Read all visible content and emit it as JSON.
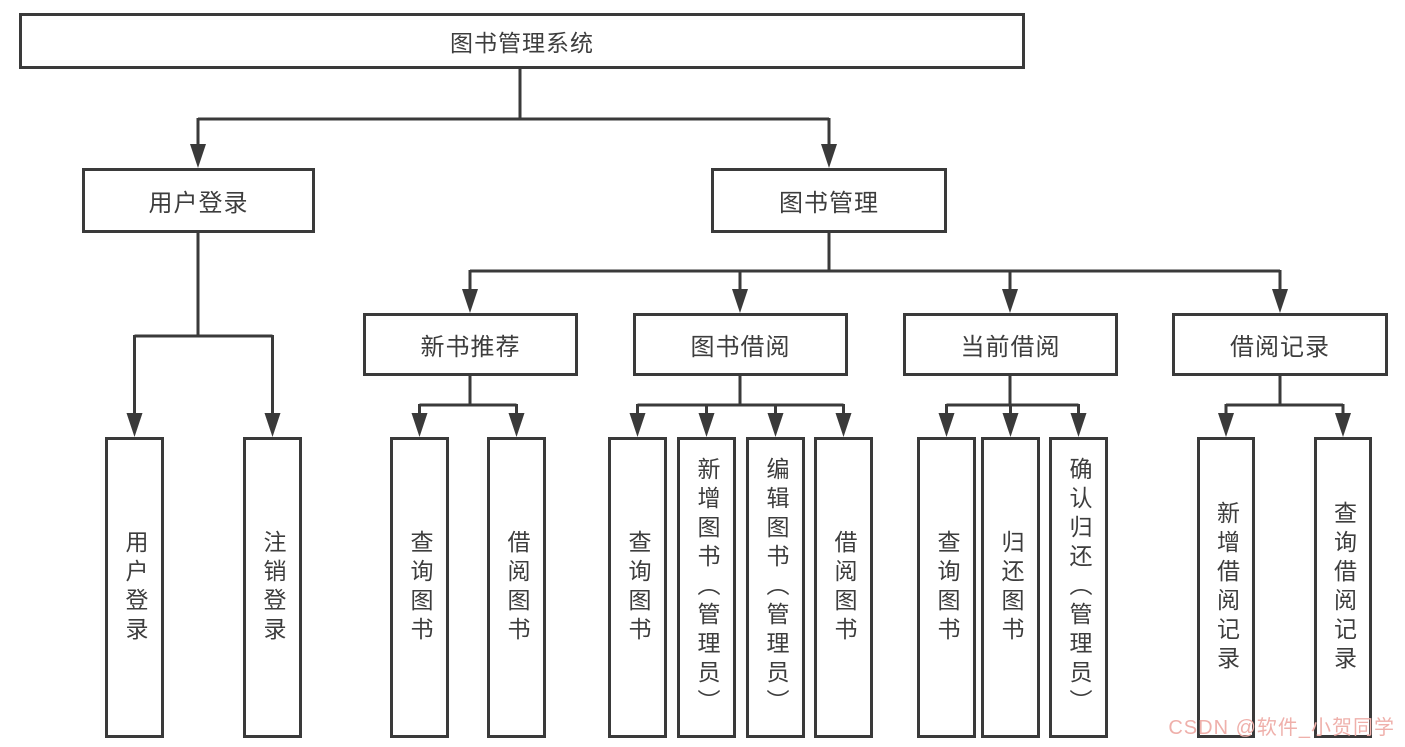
{
  "diagram_type": "hierarchy",
  "tree": {
    "root": {
      "label": "图书管理系统",
      "children": [
        {
          "label": "用户登录",
          "children": [
            {
              "label": "用户登录"
            },
            {
              "label": "注销登录"
            }
          ]
        },
        {
          "label": "图书管理",
          "children": [
            {
              "label": "新书推荐",
              "children": [
                {
                  "label": "查询图书"
                },
                {
                  "label": "借阅图书"
                }
              ]
            },
            {
              "label": "图书借阅",
              "children": [
                {
                  "label": "查询图书"
                },
                {
                  "label": "新增图书（管理员）"
                },
                {
                  "label": "编辑图书（管理员）"
                },
                {
                  "label": "借阅图书"
                }
              ]
            },
            {
              "label": "当前借阅",
              "children": [
                {
                  "label": "查询图书"
                },
                {
                  "label": "归还图书"
                },
                {
                  "label": "确认归还（管理员）"
                }
              ]
            },
            {
              "label": "借阅记录",
              "children": [
                {
                  "label": "新增借阅记录"
                },
                {
                  "label": "查询借阅记录"
                }
              ]
            }
          ]
        }
      ]
    }
  },
  "watermark": {
    "text": "CSDN @软件_小贺同学",
    "color": "#efb0ab"
  },
  "colors": {
    "background": "#ffffff",
    "line": "#3a3a3a",
    "box_border": "#3a3a3a",
    "box_fill": "#ffffff",
    "text": "#3d3d3d"
  }
}
